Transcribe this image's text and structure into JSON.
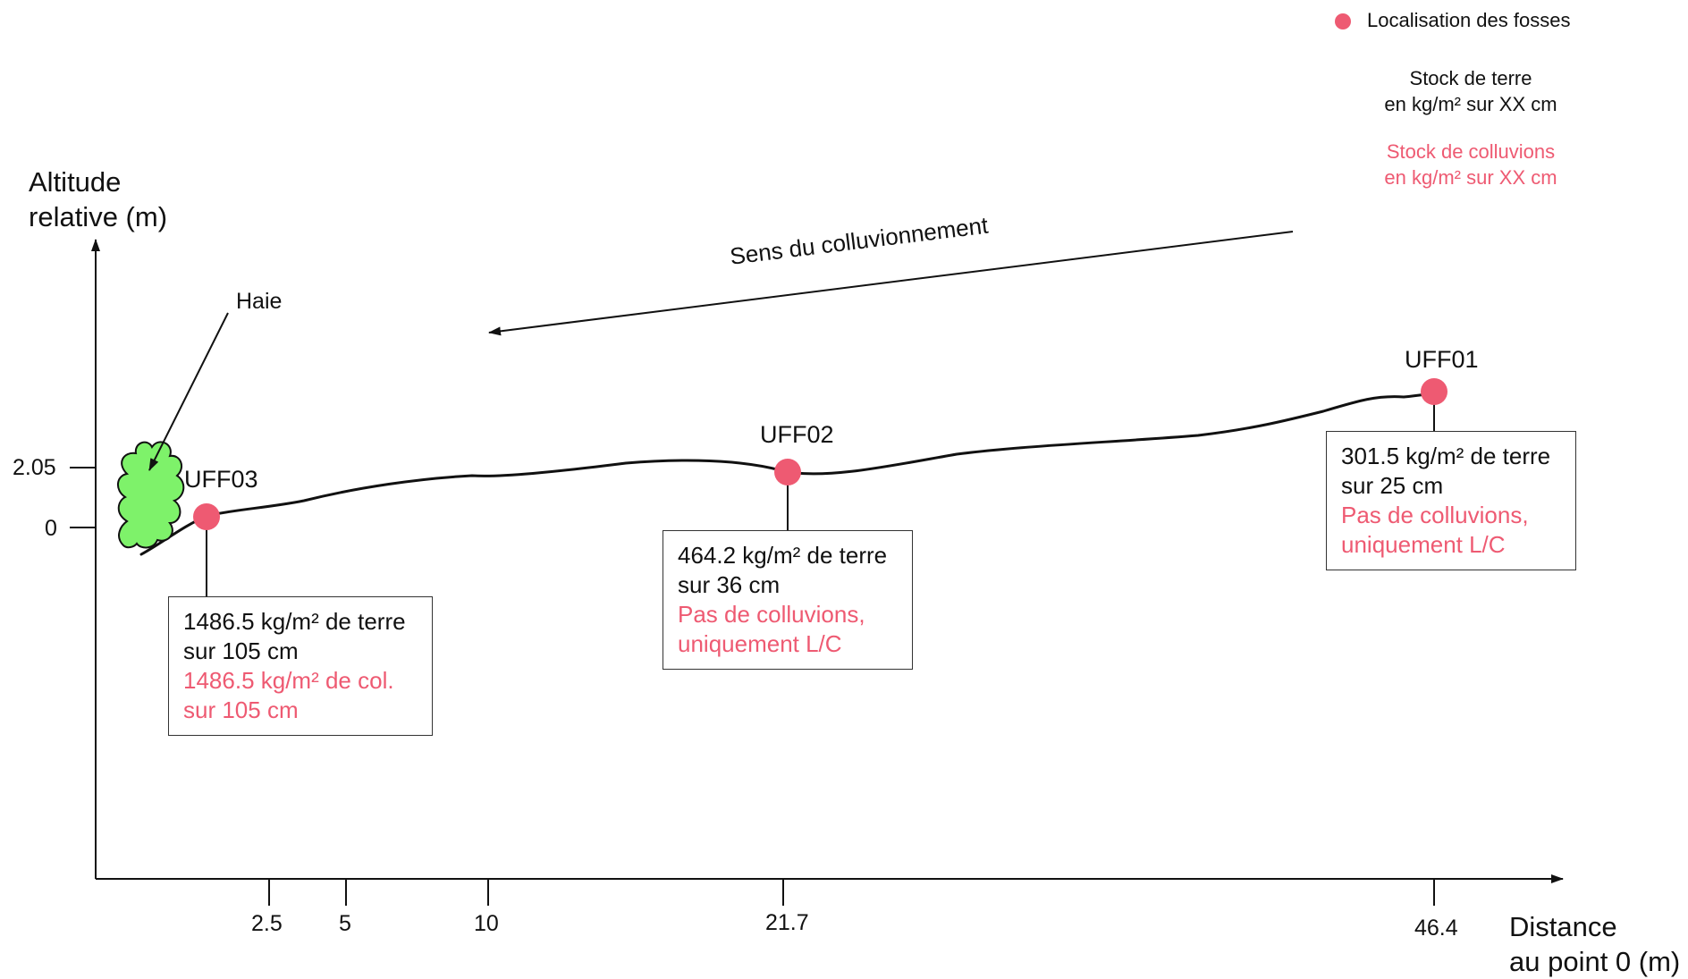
{
  "legend": {
    "pit_location": "Localisation des fosses",
    "soil_stock": [
      "Stock de terre",
      "en kg/m² sur XX cm"
    ],
    "colluvium_stock": [
      "Stock de colluvions",
      "en kg/m² sur XX cm"
    ]
  },
  "axes": {
    "y_title": [
      "Altitude",
      "relative (m)"
    ],
    "x_title": [
      "Distance",
      "au point 0 (m)"
    ],
    "y_ticks": [
      "2.05",
      "0"
    ],
    "x_ticks": [
      "2.5",
      "5",
      "10",
      "21.7",
      "46.4"
    ]
  },
  "annotations": {
    "hedge": "Haie",
    "direction": "Sens du colluvionnement"
  },
  "pits": [
    {
      "name": "UFF03",
      "soil_stock": "1486.5 kg/m² de terre",
      "soil_depth": "sur 105 cm",
      "colluvium_stock": "1486.5 kg/m² de col.",
      "colluvium_depth": "sur 105 cm"
    },
    {
      "name": "UFF02",
      "soil_stock": "464.2 kg/m² de terre",
      "soil_depth": "sur 36 cm",
      "colluvium_stock": "Pas de colluvions,",
      "colluvium_depth": "uniquement L/C"
    },
    {
      "name": "UFF01",
      "soil_stock": "301.5 kg/m² de terre",
      "soil_depth": "sur 25 cm",
      "colluvium_stock": "Pas de colluvions,",
      "colluvium_depth": "uniquement L/C"
    }
  ],
  "colors": {
    "pit_marker": "#ee5a72",
    "colluvium_text": "#ee5a72",
    "hedge_fill": "#7ef26a",
    "axis": "#111111"
  }
}
